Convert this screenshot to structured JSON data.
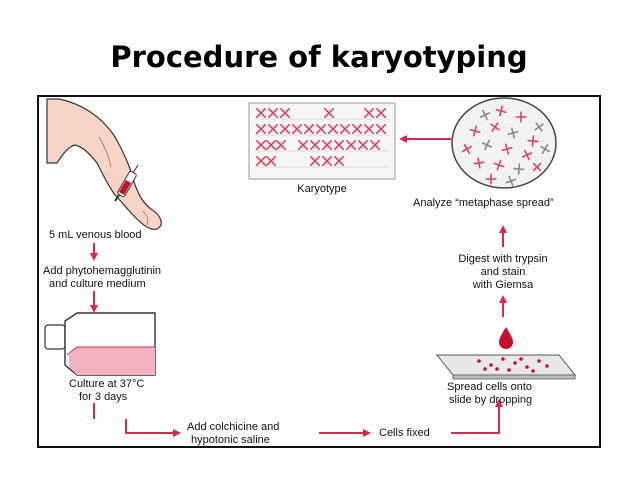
{
  "title": "Procedure of karyotyping",
  "steps": {
    "blood": "5 mL venous blood",
    "add_pha_1": "Add phytohemagglutinin",
    "add_pha_2": "and culture medium",
    "culture_1": "Culture at 37°C",
    "culture_2": "for 3 days",
    "colchicine_1": "Add colchicine and",
    "colchicine_2": "hypotonic saline",
    "fixed": "Cells fixed",
    "spread_1": "Spread cells onto",
    "spread_2": "slide by dropping",
    "digest_1": "Digest with trypsin",
    "digest_2": "and stain",
    "digest_3": "with Giemsa",
    "analyze": "Analyze “metaphase spread”",
    "karyotype": "Karyotype"
  },
  "colors": {
    "arrow": "#d62a4a",
    "chromosome": "#e0405c",
    "drop": "#c8102e",
    "skin": "#f6d5c6",
    "outline": "#333333"
  }
}
